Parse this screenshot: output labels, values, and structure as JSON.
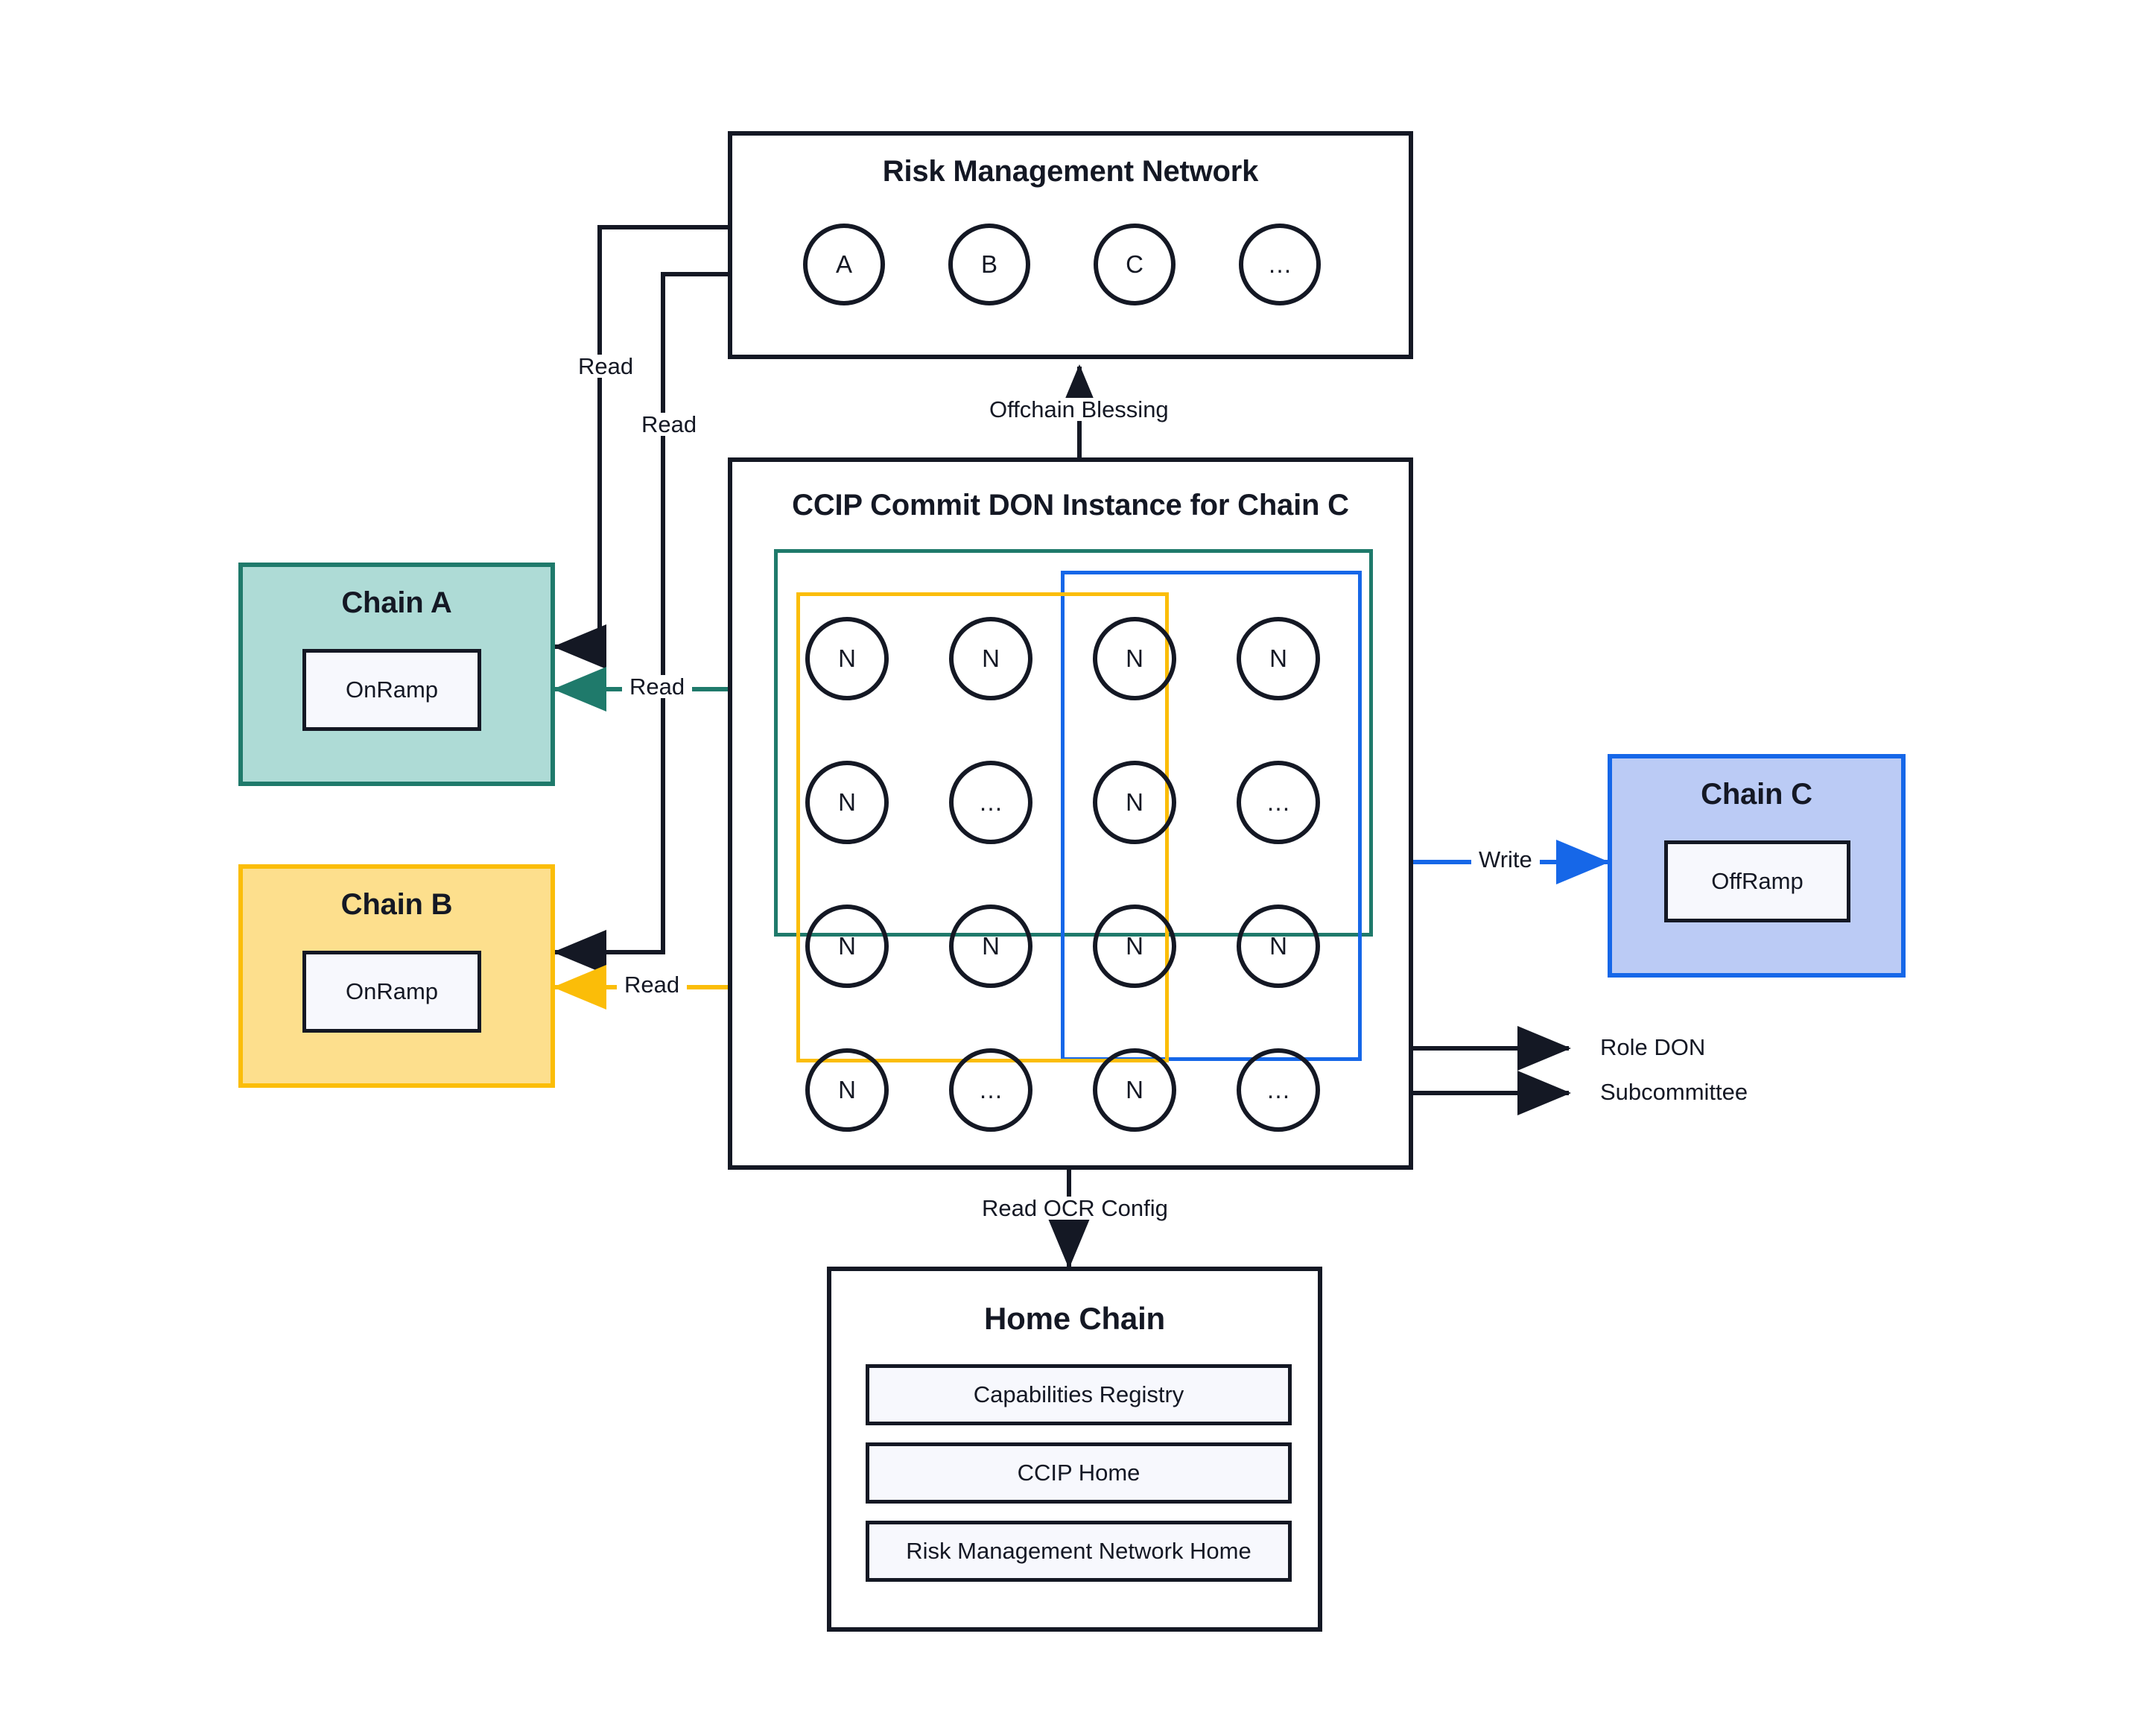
{
  "diagram": {
    "title_hidden": "CCIP Commit DON architecture"
  },
  "risk_management_network": {
    "title": "Risk Management Network",
    "nodes": [
      "A",
      "B",
      "C",
      "…"
    ]
  },
  "commit_don": {
    "title": "CCIP Commit DON Instance for Chain C",
    "nodes": [
      [
        "N",
        "N",
        "N",
        "N"
      ],
      [
        "N",
        "…",
        "N",
        "…"
      ],
      [
        "N",
        "N",
        "N",
        "N"
      ],
      [
        "N",
        "…",
        "N",
        "…"
      ]
    ],
    "overlays": {
      "role_don": {
        "label": "Role DON",
        "color": "#1F7A6B"
      },
      "subcommittee_blue": {
        "label": "Subcommittee",
        "color": "#1667E8"
      },
      "subcommittee_yellow": {
        "label": "Subcommittee",
        "color": "#FBBD08"
      }
    }
  },
  "chain_a": {
    "title": "Chain A",
    "ramp": "OnRamp",
    "fill": "#AEDBD6",
    "border": "#1F7A6B"
  },
  "chain_b": {
    "title": "Chain B",
    "ramp": "OnRamp",
    "fill": "#FDDF8D",
    "border": "#FBBD08"
  },
  "chain_c": {
    "title": "Chain C",
    "ramp": "OffRamp",
    "fill": "#BBCBF5",
    "border": "#1667E8"
  },
  "home_chain": {
    "title": "Home Chain",
    "items": [
      "Capabilities Registry",
      "CCIP Home",
      "Risk Management Network Home"
    ]
  },
  "edges": {
    "offchain_blessing": "Offchain Blessing",
    "read_black_a": "Read",
    "read_black_b": "Read",
    "read_teal": "Read",
    "read_yellow": "Read",
    "write": "Write",
    "read_ocr_config": "Read OCR Config"
  },
  "legend": {
    "role_don": "Role DON",
    "subcommittee": "Subcommittee"
  },
  "colors": {
    "ink": "#141824",
    "teal": "#1F7A6B",
    "yellow": "#FBBD08",
    "blue": "#1667E8",
    "panel": "#f7f8fd"
  }
}
